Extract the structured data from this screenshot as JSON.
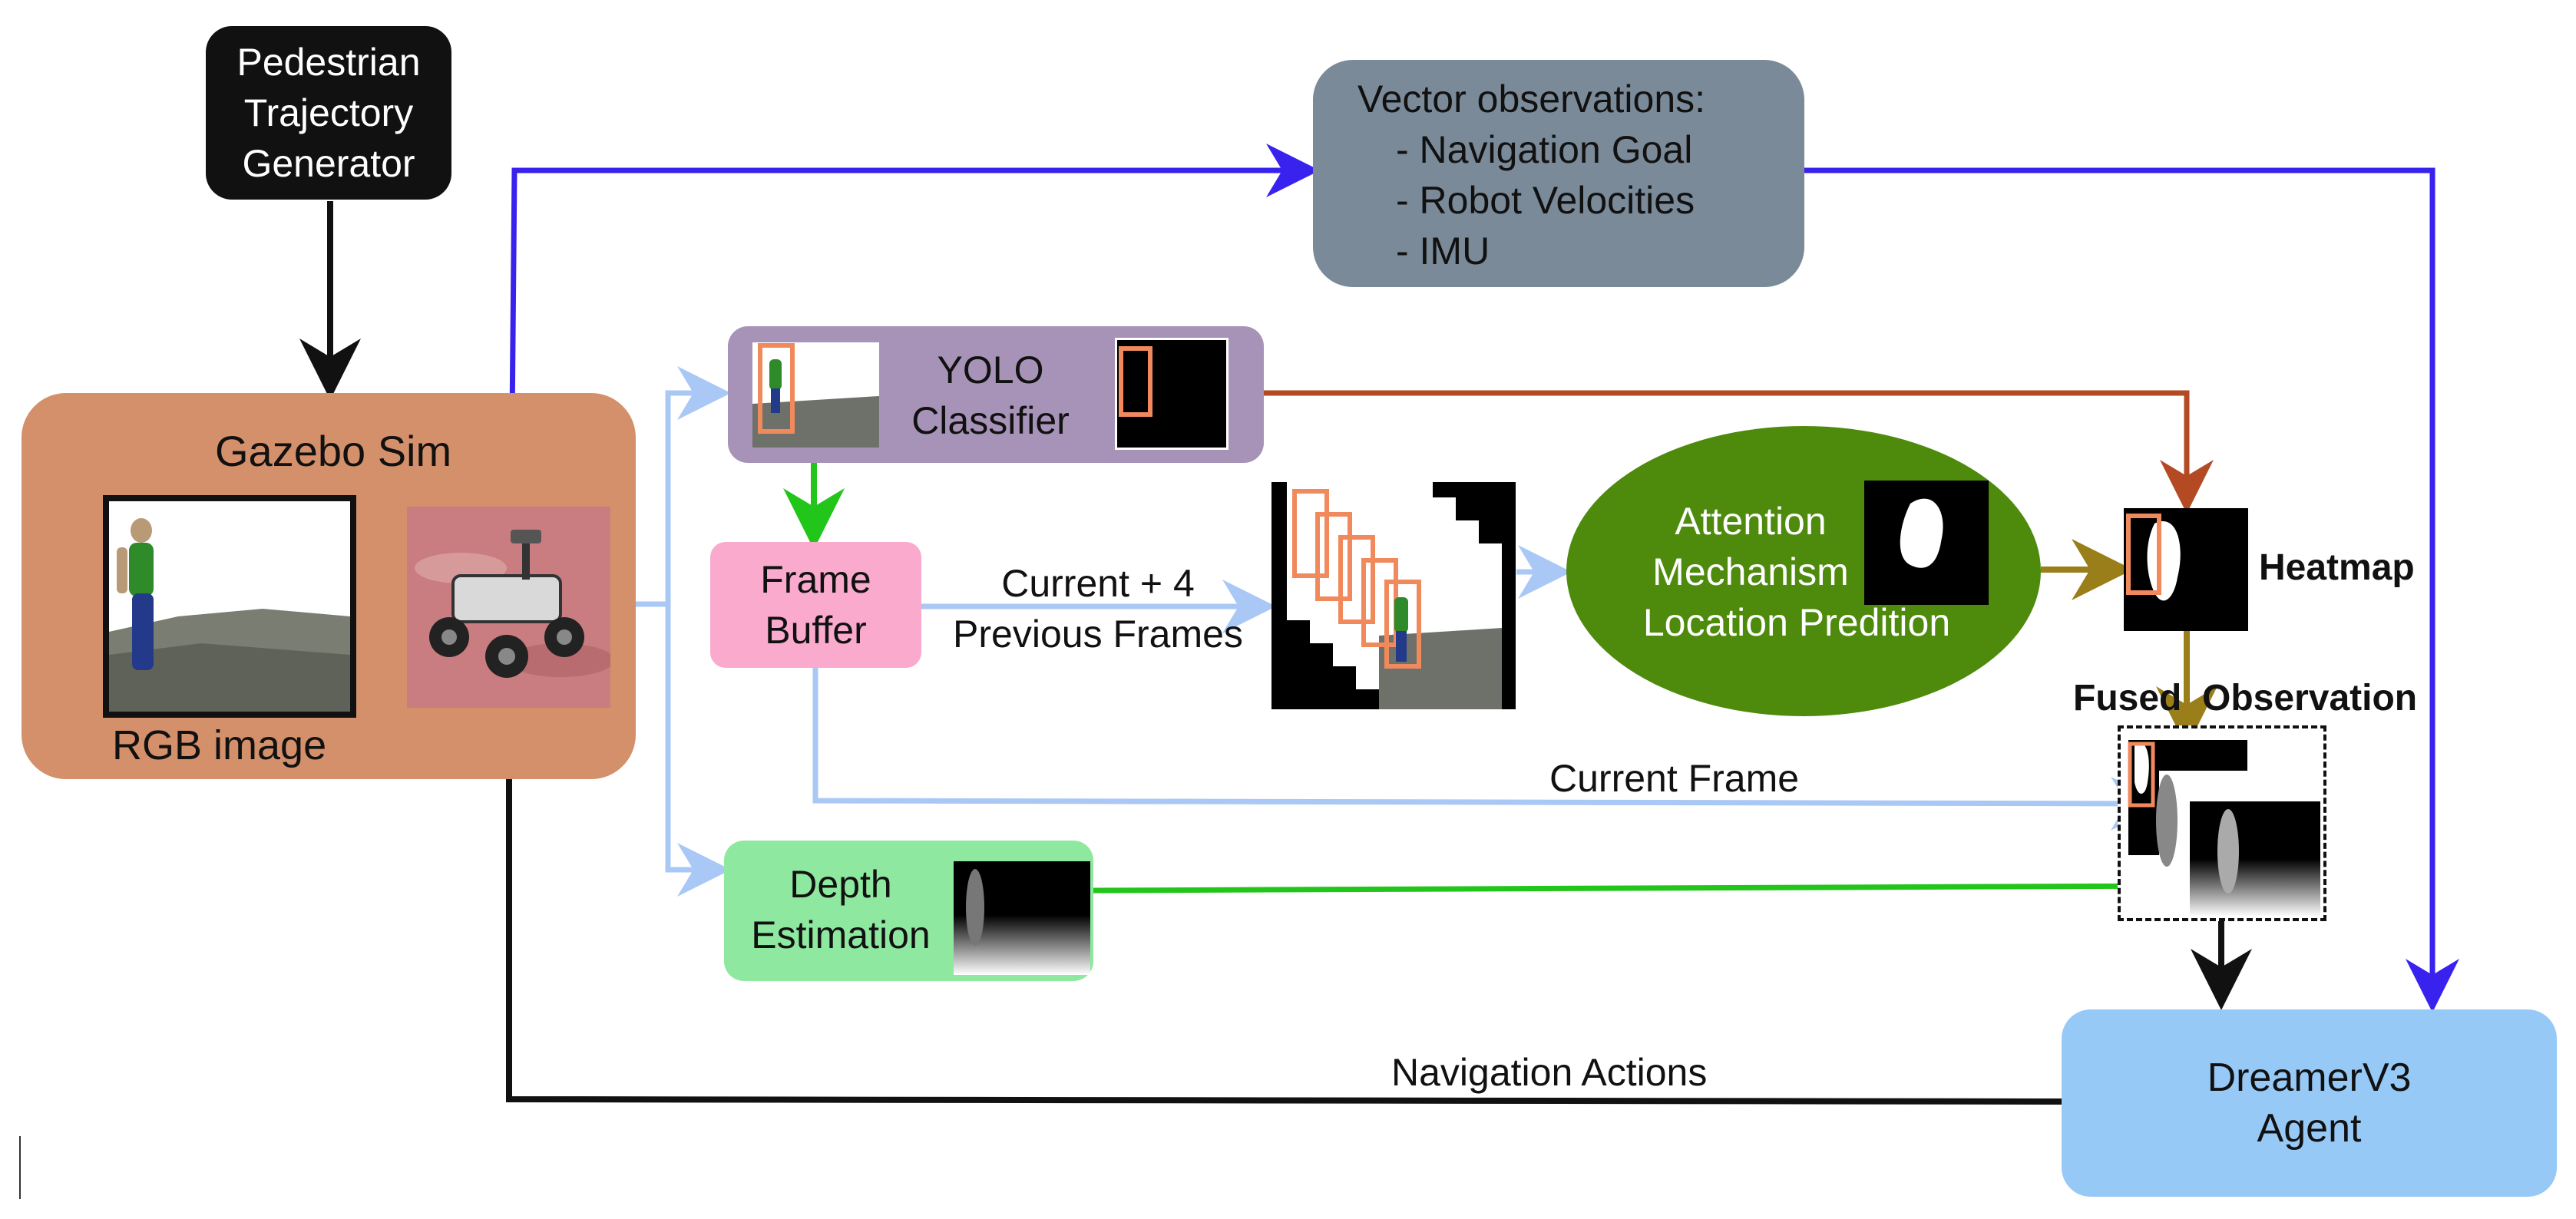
{
  "nodes": {
    "pedestrian_generator": {
      "lines": [
        "Pedestrian",
        "Trajectory",
        "Generator"
      ]
    },
    "gazebo_sim": {
      "title": "Gazebo Sim",
      "image_caption": "RGB image"
    },
    "vector_observations": {
      "title": "Vector observations:",
      "items": [
        "- Navigation Goal",
        "- Robot Velocities",
        "- IMU"
      ]
    },
    "yolo_classifier": {
      "lines": [
        "YOLO",
        "Classifier"
      ]
    },
    "frame_buffer": {
      "lines": [
        "Frame",
        "Buffer"
      ]
    },
    "attention": {
      "lines": [
        "Attention",
        "Mechanism",
        "Location Predition"
      ]
    },
    "heatmap": {
      "label": "Heatmap"
    },
    "fused_observation": {
      "label": "Fused  Observation"
    },
    "depth_estimation": {
      "lines": [
        "Depth",
        "Estimation"
      ]
    },
    "dreamer": {
      "lines": [
        "DreamerV3",
        "Agent"
      ]
    }
  },
  "edges": {
    "frames_label": [
      "Current + 4",
      "Previous Frames"
    ],
    "current_frame_label": "Current Frame",
    "navigation_actions_label": "Navigation Actions"
  },
  "colors": {
    "gazebo": "#d4906a",
    "vector_obs": "#7b8a99",
    "yolo": "#a793b8",
    "frame_buffer": "#f9aacd",
    "attention": "#4e8a0c",
    "depth": "#8fe89f",
    "dreamer": "#97c9f7",
    "black_box": "#111111",
    "blue_arrow": "#3a22ee",
    "light_arrow": "#aac8f5",
    "green_arrow": "#22c51a",
    "brown_arrow": "#b34a24",
    "olive_arrow": "#9a7e1a",
    "bbox_orange": "#f08a5d"
  }
}
